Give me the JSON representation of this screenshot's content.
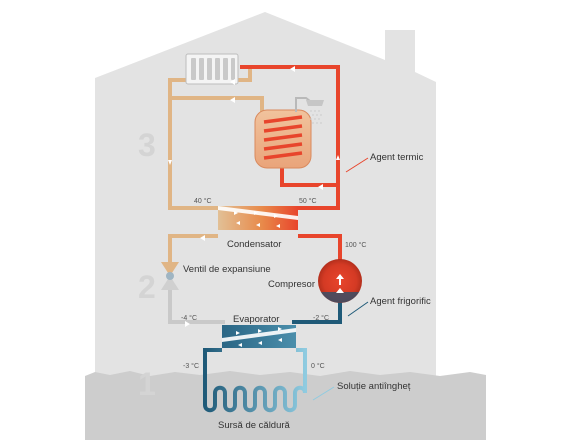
{
  "steps": {
    "s1": "1",
    "s2": "2",
    "s3": "3"
  },
  "labels": {
    "agent_termic": "Agent termic",
    "condensator": "Condensator",
    "ventil": "Ventil de expansiune",
    "compresor": "Compresor",
    "agent_frigorific": "Agent frigorific",
    "evaporator": "Evaporator",
    "solutie": "Soluție antiîngheț",
    "sursa": "Sursă de căldură"
  },
  "temperatures": {
    "t_40": "40 °C",
    "t_50": "50 °C",
    "t_100": "100 °C",
    "t_m4": "-4 °C",
    "t_m2": "-2 °C",
    "t_m3": "-3 °C",
    "t_0": "0 °C"
  },
  "colors": {
    "house": "#e3e3e3",
    "ground": "#cdcdcd",
    "hot": "#e8452c",
    "warm": "#e0b585",
    "cold": "#c9c9c9",
    "dark_blue": "#1f5a78",
    "light_blue": "#8fcbe0"
  }
}
